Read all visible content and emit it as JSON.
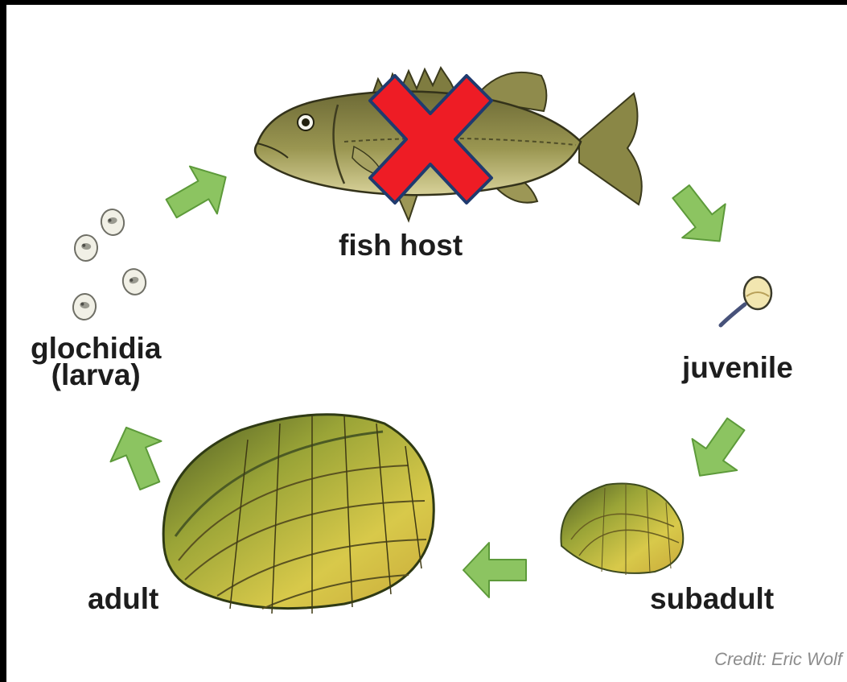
{
  "stages": {
    "fish_host": "fish host",
    "juvenile": "juvenile",
    "subadult": "subadult",
    "adult": "adult",
    "glochidia_line1": "glochidia",
    "glochidia_line2": "(larva)"
  },
  "credit": "Credit: Eric Wolf",
  "icons": {
    "fish": "bass-fish-icon",
    "cross": "red-x-icon",
    "arrows": "green-arrow-icon",
    "shell": "mussel-shell-icon",
    "larva": "glochidia-icon"
  },
  "colors": {
    "arrow_fill": "#8cc461",
    "arrow_stroke": "#5d9a3a",
    "cross_fill": "#ee1c25",
    "cross_stroke": "#1f3b6f",
    "shell_base": "#c8b43a",
    "shell_dark": "#3d4a1e",
    "fish_body": "#8a8746"
  }
}
